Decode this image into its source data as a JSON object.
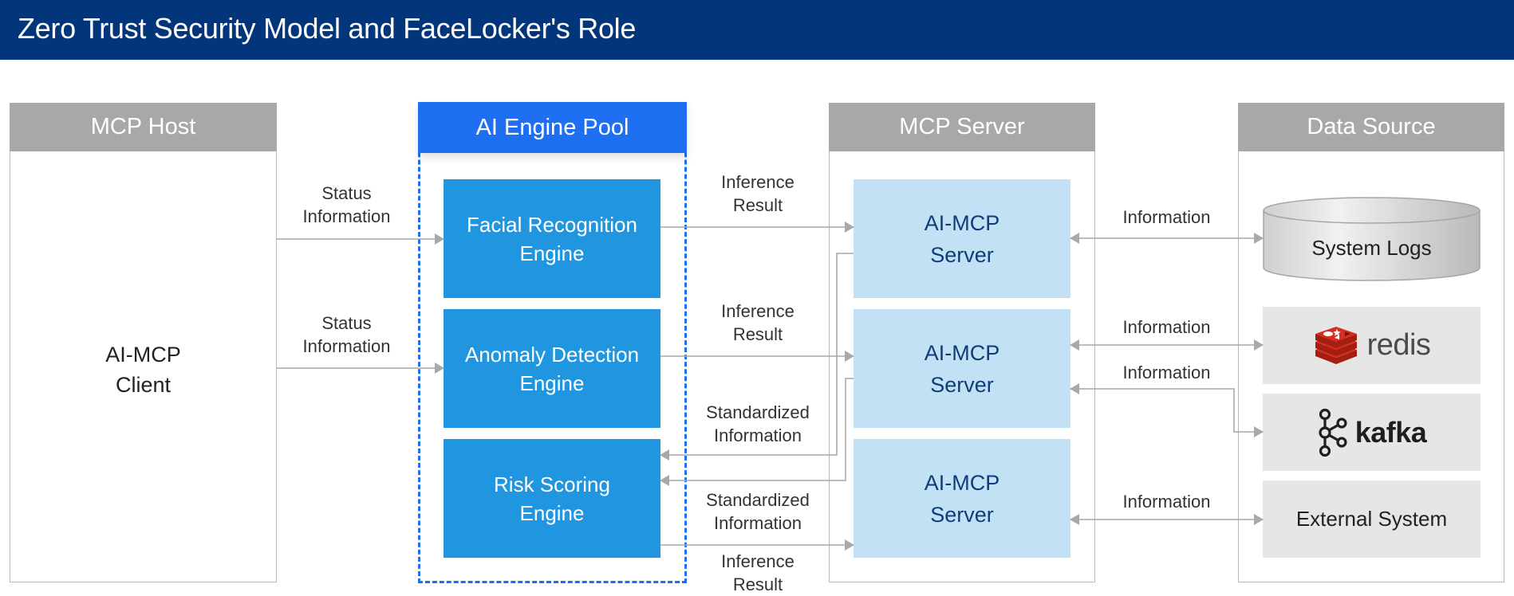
{
  "header": {
    "title": "Zero Trust Security Model and FaceLocker's Role",
    "background": "#03357a"
  },
  "columns": {
    "host": {
      "title": "MCP Host",
      "client_line1": "AI-MCP",
      "client_line2": "Client"
    },
    "pool": {
      "title": "AI Engine Pool",
      "engines": [
        {
          "line1": "Facial Recognition",
          "line2": "Engine"
        },
        {
          "line1": "Anomaly Detection",
          "line2": "Engine"
        },
        {
          "line1": "Risk Scoring",
          "line2": "Engine"
        }
      ]
    },
    "server": {
      "title": "MCP Server",
      "servers": [
        {
          "line1": "AI-MCP",
          "line2": "Server"
        },
        {
          "line1": "AI-MCP",
          "line2": "Server"
        },
        {
          "line1": "AI-MCP",
          "line2": "Server"
        }
      ]
    },
    "datasource": {
      "title": "Data Source",
      "items": [
        {
          "name": "System Logs",
          "icon": "database-cylinder-icon"
        },
        {
          "name": "redis",
          "icon": "redis-logo-icon"
        },
        {
          "name": "kafka",
          "icon": "kafka-logo-icon"
        },
        {
          "name": "External System",
          "icon": ""
        }
      ]
    }
  },
  "edge_labels": {
    "status_1": [
      "Status",
      "Information"
    ],
    "status_2": [
      "Status",
      "Information"
    ],
    "inference_1": [
      "Inference",
      "Result"
    ],
    "inference_2": [
      "Inference",
      "Result"
    ],
    "standardized_1": [
      "Standardized",
      "Information"
    ],
    "standardized_2": [
      "Standardized",
      "Information"
    ],
    "inference_3": [
      "Inference",
      "Result"
    ],
    "info_1": "Information",
    "info_2": "Information",
    "info_3": "Information",
    "info_4": "Information"
  },
  "colors": {
    "pool_accent": "#1e6ff1",
    "engine": "#2196e0",
    "server": "#c2e1f5",
    "header_grey": "#a8a8a8",
    "redis_red": "#d82c20",
    "connector": "#a9a9a9"
  }
}
